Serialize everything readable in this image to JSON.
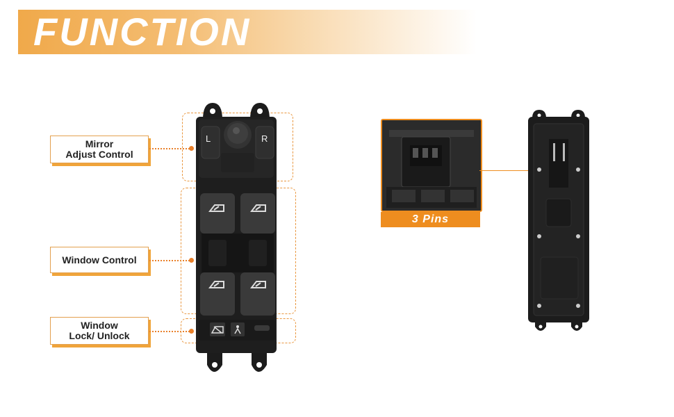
{
  "banner": {
    "title": "FUNCTION"
  },
  "labels": {
    "mirror": {
      "line1": "Mirror",
      "line2": "Adjust Control"
    },
    "window": {
      "line1": "Window Control"
    },
    "lock": {
      "line1": "Window",
      "line2": "Lock/ Unlock"
    }
  },
  "switch_front": {
    "left_letter": "L",
    "right_letter": "R"
  },
  "connector": {
    "label": "3 Pins"
  },
  "colors": {
    "accent": "#ee8d1f",
    "banner": "#f0a94a",
    "switch_body": "#1e1e1e"
  }
}
